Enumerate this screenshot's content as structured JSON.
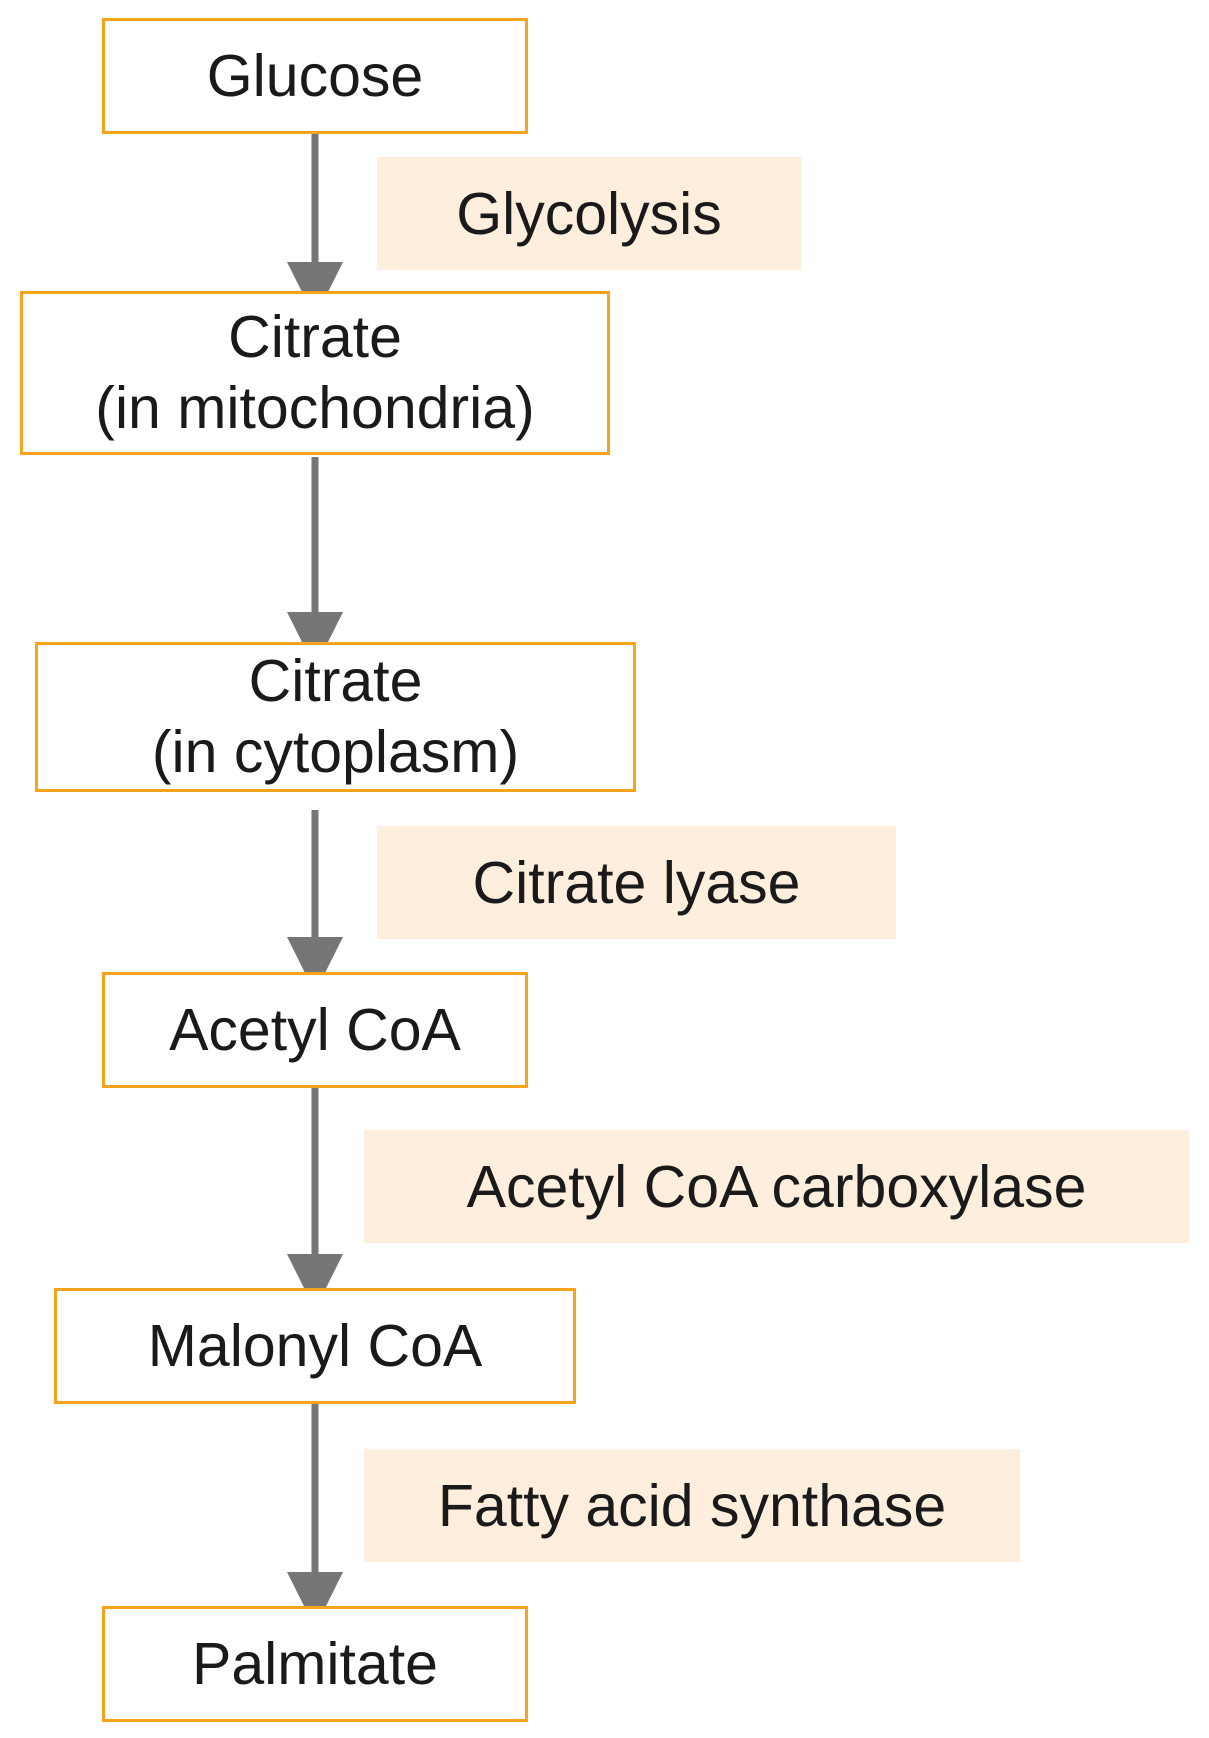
{
  "nodes": {
    "glucose": "Glucose",
    "citrate_mito_line1": "Citrate",
    "citrate_mito_line2": "(in mitochondria)",
    "citrate_cyto_line1": "Citrate",
    "citrate_cyto_line2": "(in cytoplasm)",
    "acetyl_coa": "Acetyl CoA",
    "malonyl_coa": "Malonyl CoA",
    "palmitate": "Palmitate"
  },
  "enzymes": {
    "glycolysis": "Glycolysis",
    "citrate_lyase": "Citrate lyase",
    "acetyl_coa_carboxylase": "Acetyl CoA carboxylase",
    "fatty_acid_synthase": "Fatty acid synthase"
  },
  "colors": {
    "node_border": "#f9a21b",
    "enzyme_fill": "#fdeedd",
    "arrow": "#767676"
  }
}
